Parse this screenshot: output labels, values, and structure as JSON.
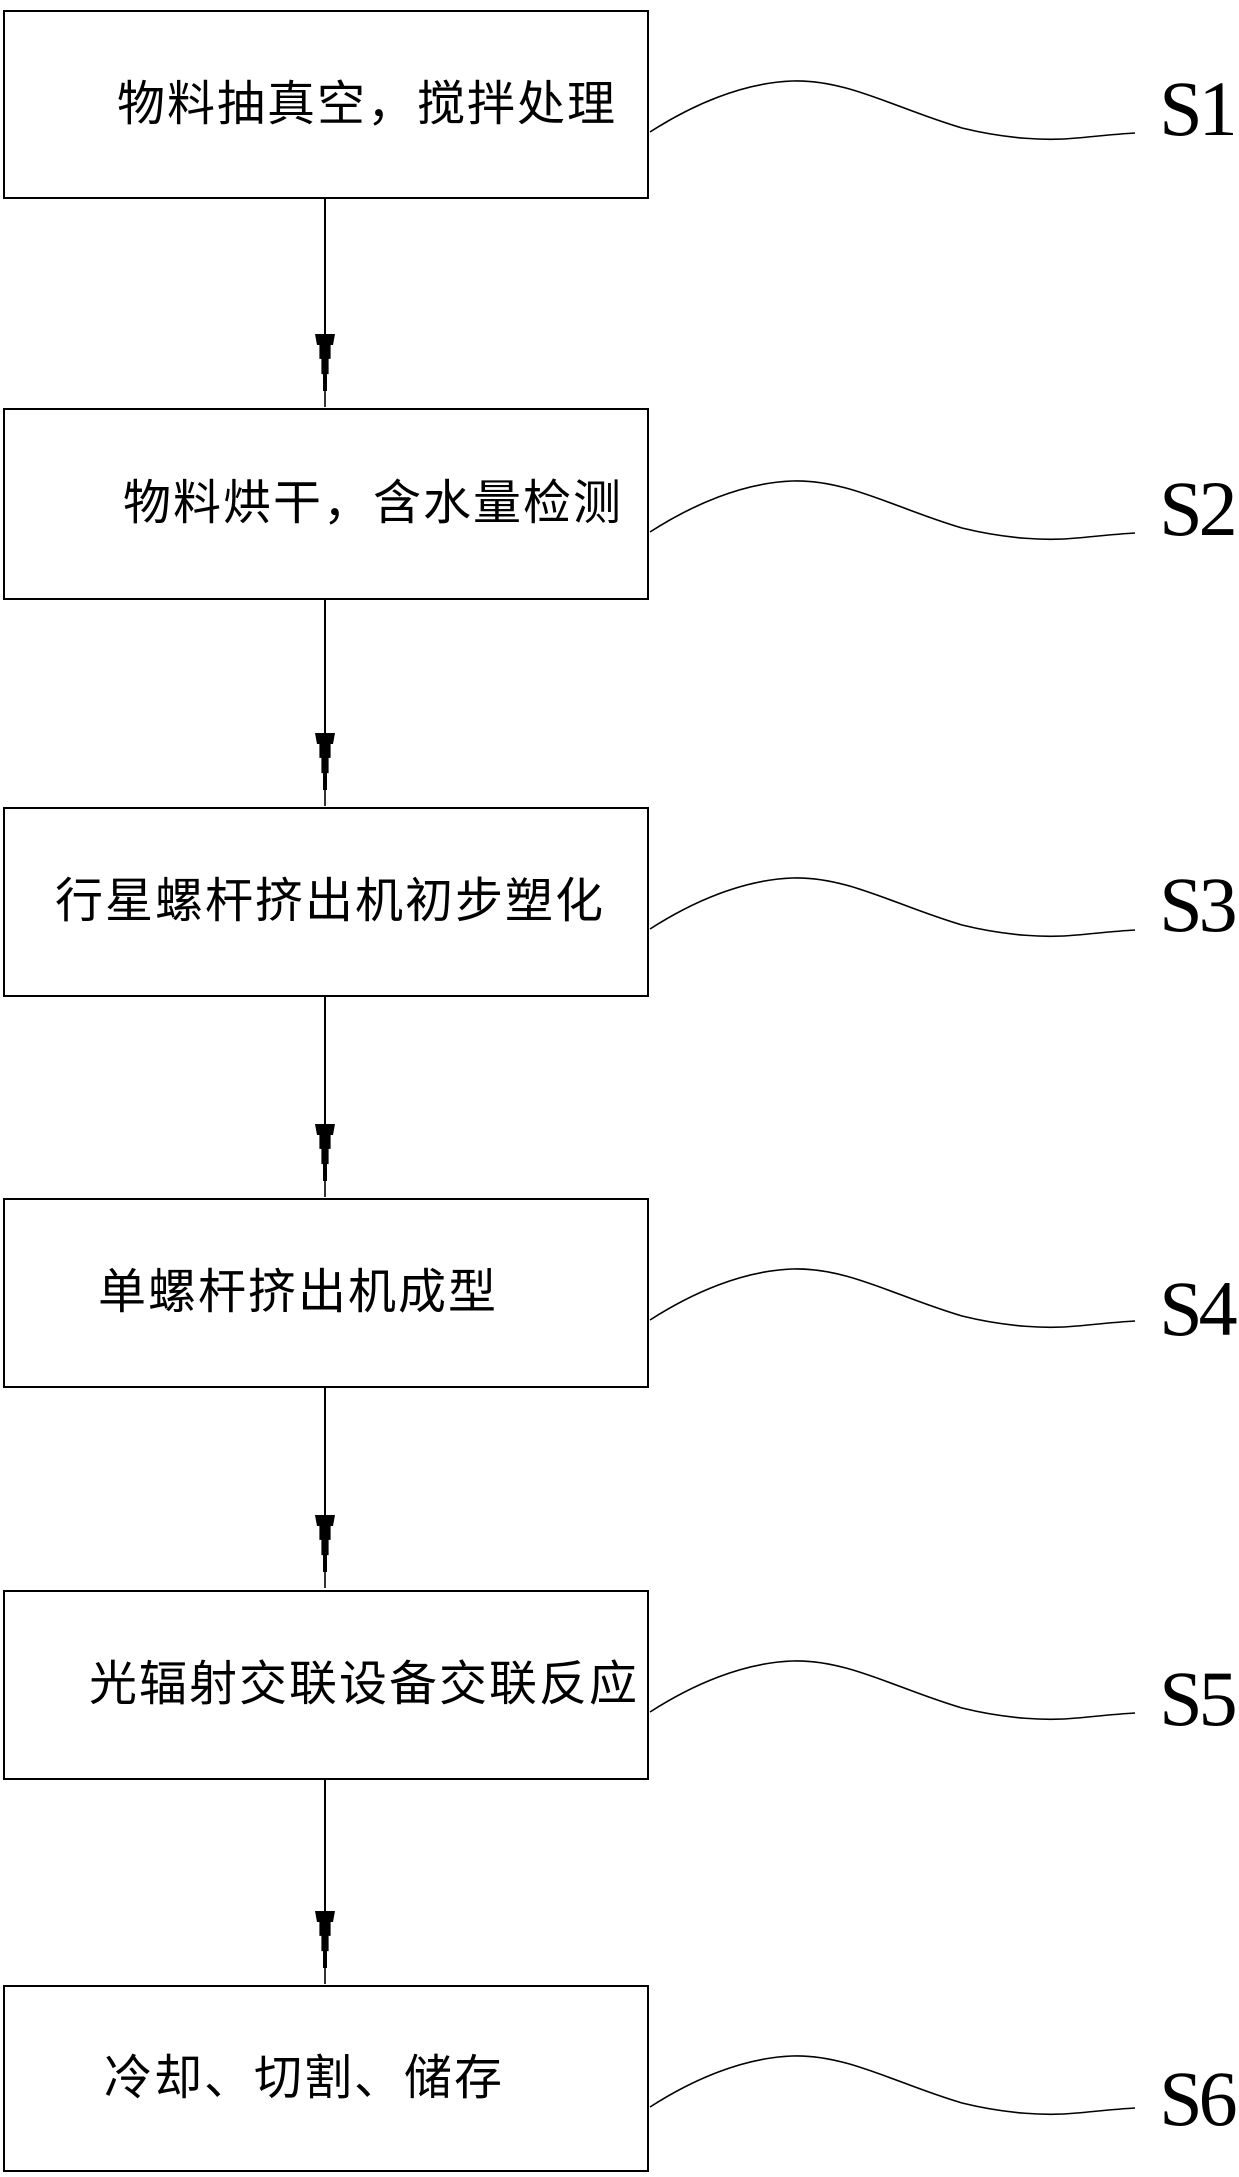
{
  "figure": {
    "type": "flowchart",
    "orientation": "vertical",
    "colors": {
      "background": "#ffffff",
      "line": "#000000",
      "text": "#000000"
    },
    "steps": [
      {
        "box_text": "物料抽真空，搅拌处理",
        "step_id": "S1"
      },
      {
        "box_text": "物料烘干，含水量检测",
        "step_id": "S2"
      },
      {
        "box_text": "行星螺杆挤出机初步塑化",
        "step_id": "S3"
      },
      {
        "box_text": "单螺杆挤出机成型",
        "step_id": "S4"
      },
      {
        "box_text": "光辐射交联设备交联反应",
        "step_id": "S5"
      },
      {
        "box_text": "冷却、切割、储存",
        "step_id": "S6"
      }
    ]
  }
}
